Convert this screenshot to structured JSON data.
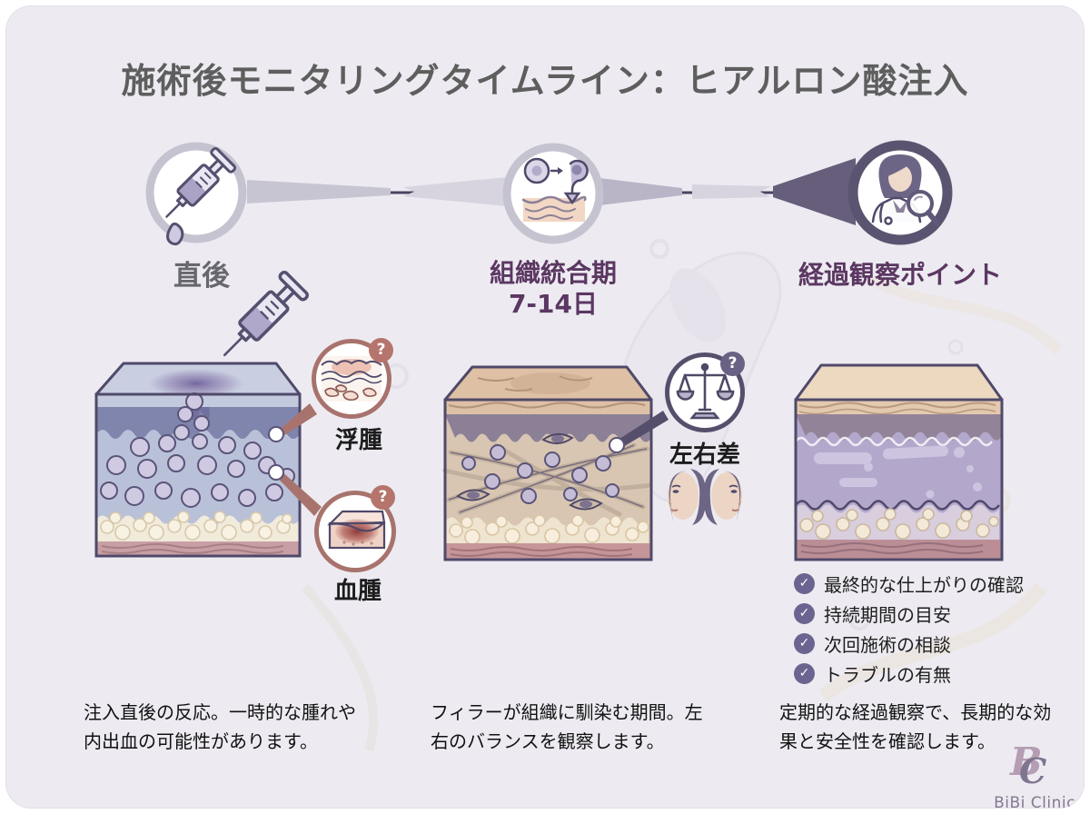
{
  "title": "施術後モニタリングタイムライン：ヒアルロン酸注入",
  "timeline": {
    "stages": [
      {
        "label": "直後",
        "icon": "syringe-icon"
      },
      {
        "label": "組織統合期",
        "sublabel": "7-14日",
        "icon": "tissue-integration-icon"
      },
      {
        "label": "経過観察ポイント",
        "icon": "doctor-magnifier-icon"
      }
    ]
  },
  "callouts": [
    {
      "label": "浮腫",
      "badge": "?"
    },
    {
      "label": "血腫",
      "badge": "?"
    },
    {
      "label": "左右差",
      "badge": "?"
    }
  ],
  "checklist": {
    "items": [
      "最終的な仕上がりの確認",
      "持続期間の目安",
      "次回施術の相談",
      "トラブルの有無"
    ],
    "check_glyph": "✓"
  },
  "descriptions": [
    "注入直後の反応。一時的な腫れや内出血の可能性があります。",
    "フィラーが組織に馴染む期間。左右のバランスを観察します。",
    "定期的な経過観察で、長期的な効果と安全性を確認します。"
  ],
  "logo": {
    "monogram_b": "B",
    "monogram_c": "C",
    "name": "BiBi Clinic"
  },
  "colors": {
    "background": "#edebf1",
    "title_text": "#5e5e5e",
    "stage_purple": "#5b3762",
    "rose_accent": "#a8736d",
    "purple_accent": "#564f6b",
    "timeline_ring_light": "#c6c3d1",
    "timeline_ring_dark": "#5b5470",
    "check_circle": "#6c6490"
  }
}
